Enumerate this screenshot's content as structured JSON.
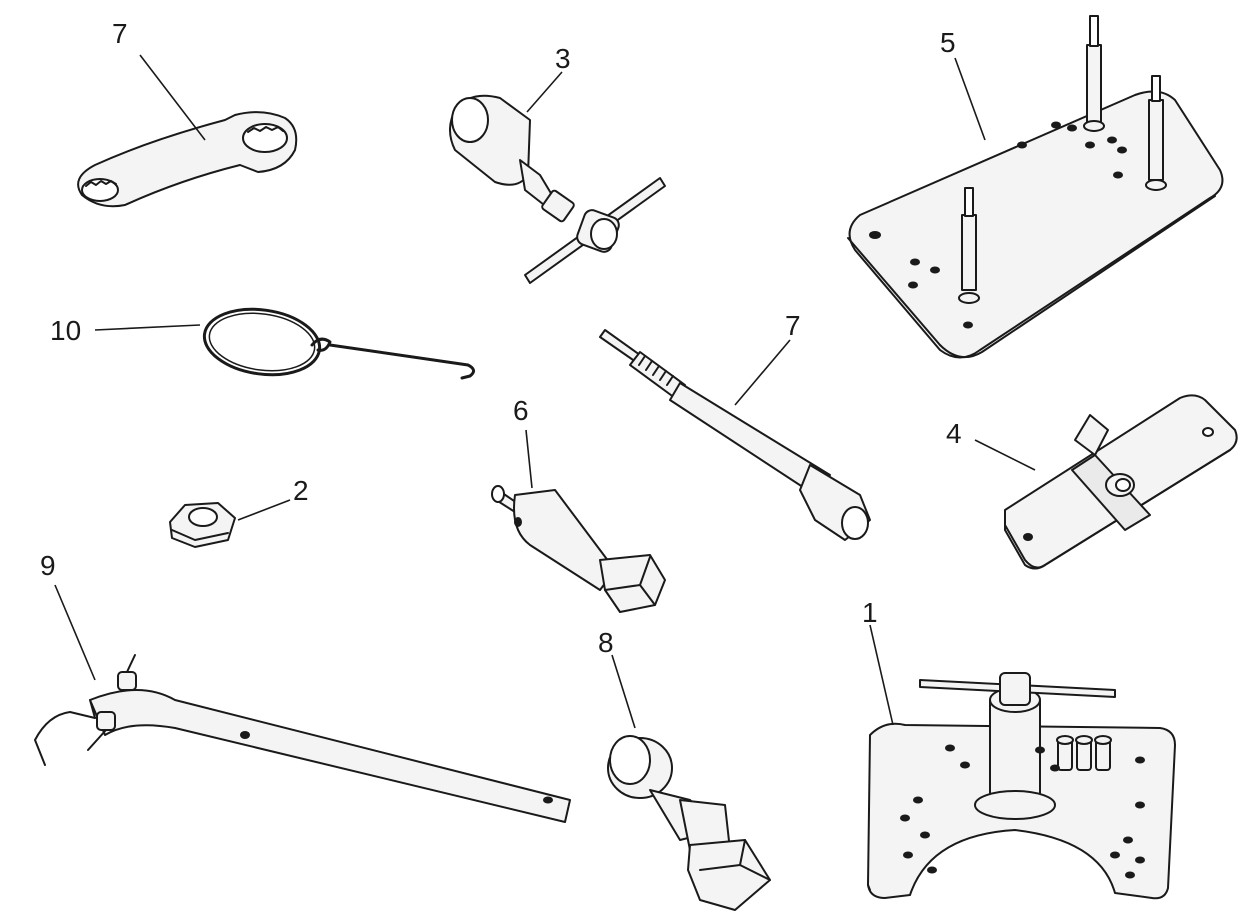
{
  "figure": {
    "colors": {
      "ink": "#1a1a1a",
      "paper": "#ffffff",
      "fill": "#f4f4f4"
    },
    "callouts": [
      {
        "id": "wrench",
        "label": "7"
      },
      {
        "id": "tbar-puller",
        "label": "3"
      },
      {
        "id": "pin-plate",
        "label": "5"
      },
      {
        "id": "wire-ring-hook",
        "label": "10"
      },
      {
        "id": "threaded-rod",
        "label": "7"
      },
      {
        "id": "bearing-plate",
        "label": "4"
      },
      {
        "id": "bolt-pin",
        "label": "6"
      },
      {
        "id": "nut",
        "label": "2"
      },
      {
        "id": "holding-bar",
        "label": "9"
      },
      {
        "id": "drift-bolt",
        "label": "8"
      },
      {
        "id": "press-plate",
        "label": "1"
      }
    ]
  }
}
